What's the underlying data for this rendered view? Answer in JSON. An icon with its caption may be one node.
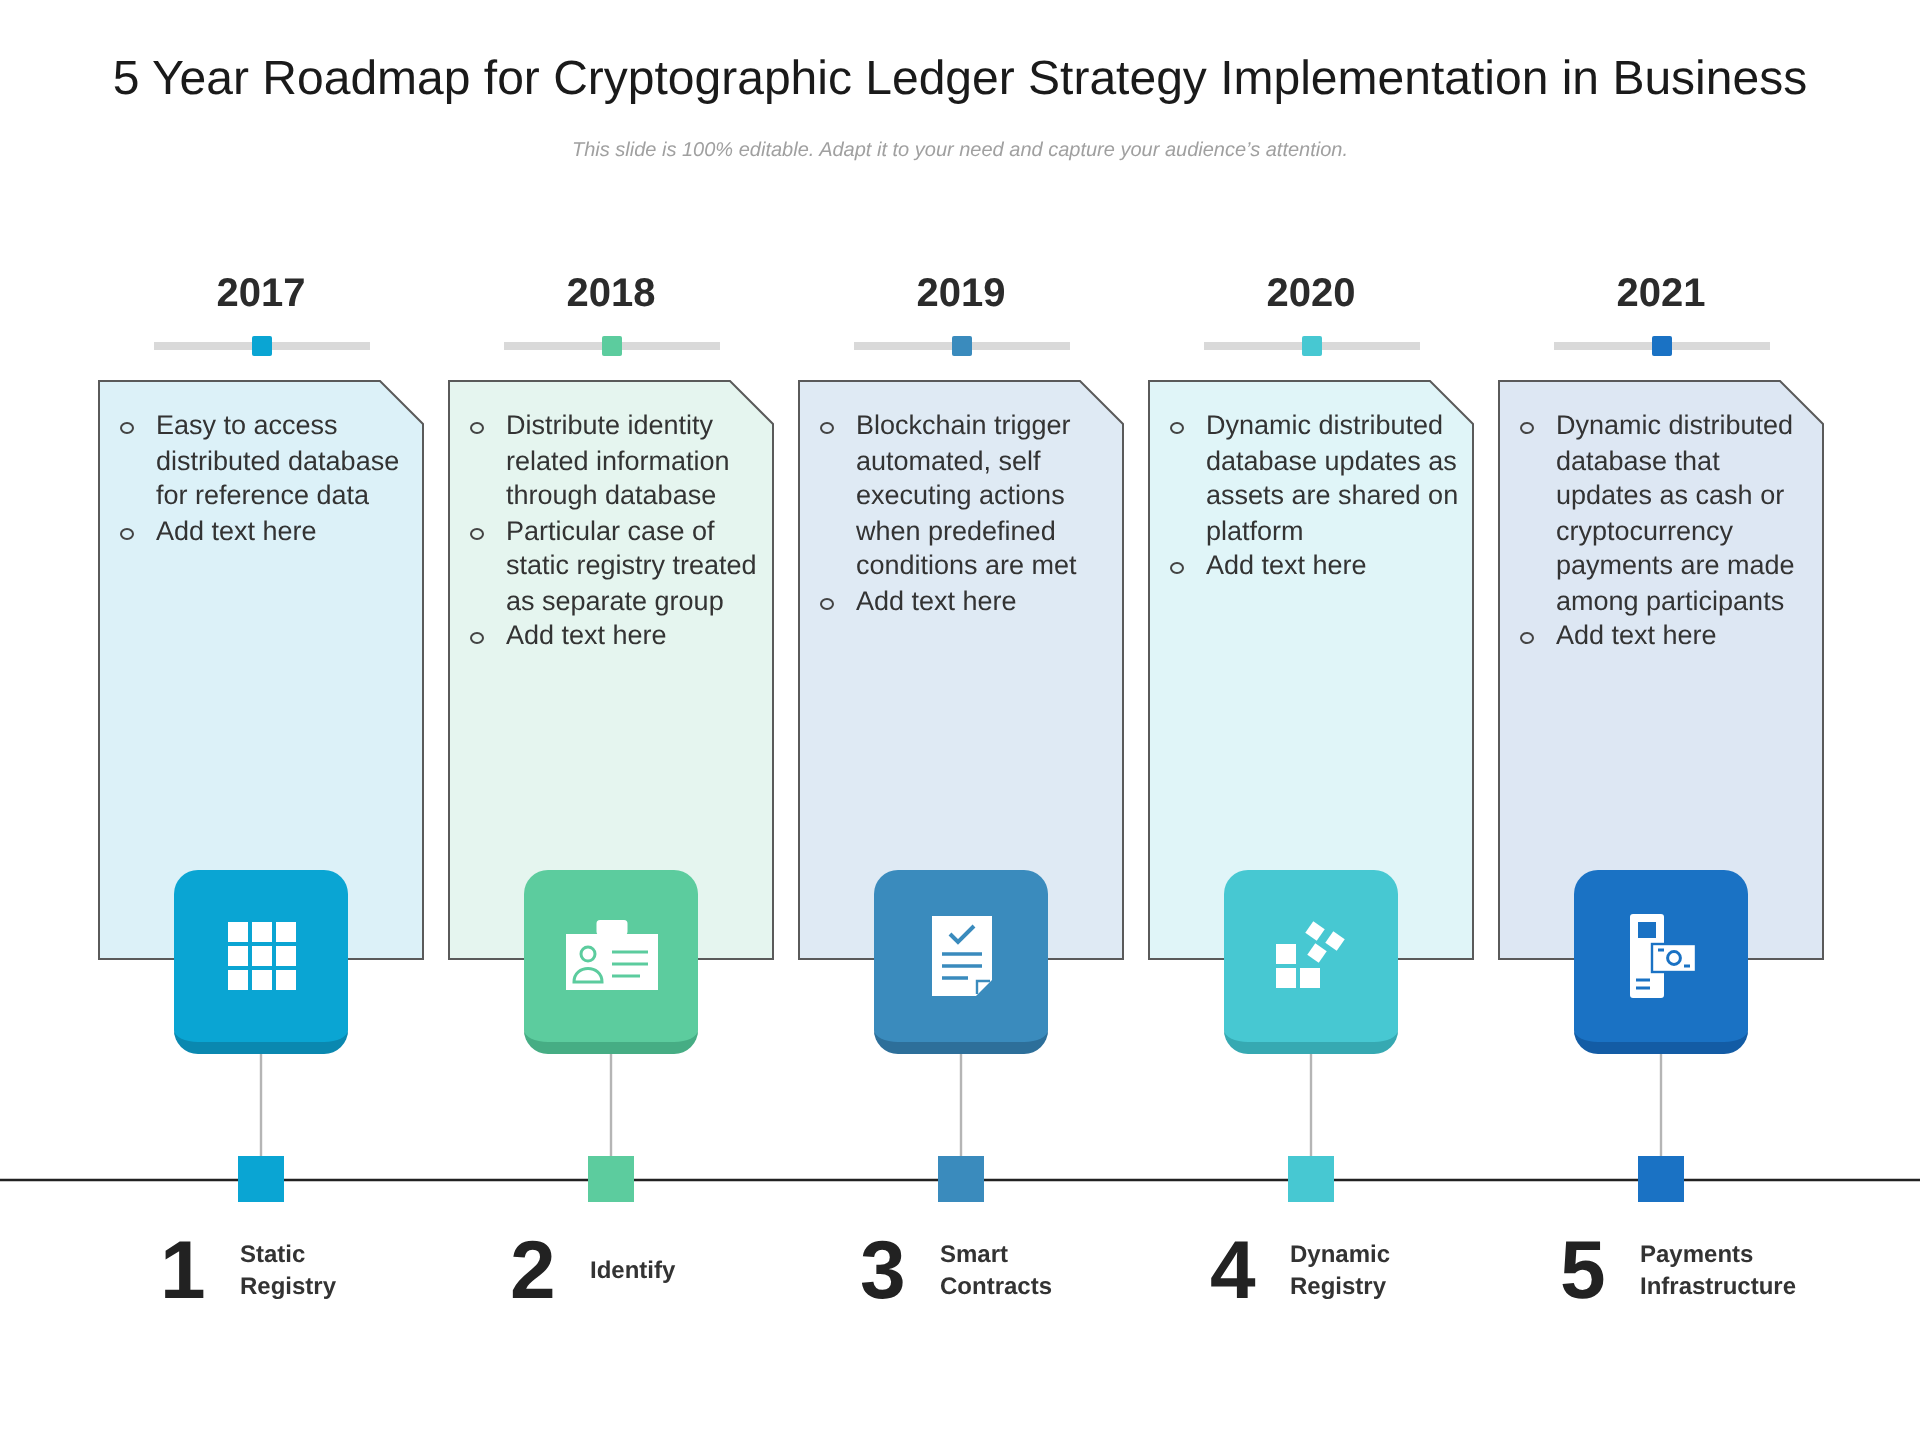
{
  "diagram": {
    "title": "5 Year Roadmap for Cryptographic Ledger Strategy Implementation in Business",
    "caption": "This slide is 100% editable. Adapt it to your need and capture your audience’s attention.",
    "nodes": [
      {
        "text": [
          "Easy to access distributed database for reference data",
          "Add text here"
        ],
        "beside": [
          "2017"
        ]
      },
      {
        "text": [
          "Distribute identity related information through database",
          "Particular case of static registry treated as separate group",
          "Add text here"
        ],
        "beside": [
          "2018"
        ]
      },
      {
        "text": [
          "Blockchain trigger automated, self executing actions when predefined conditions are met",
          "Add text here"
        ],
        "beside": [
          "2019"
        ]
      },
      {
        "text": [
          "Dynamic distributed database updates as assets are shared on platform",
          "Add text here"
        ],
        "beside": [
          "2020"
        ]
      },
      {
        "text": [
          "Dynamic distributed database that updates as cash or cryptocurrency payments are made among participants",
          "Add text here"
        ],
        "beside": [
          "2021"
        ]
      },
      {
        "text": [],
        "shape": "box"
      },
      {
        "text": [],
        "shape": "box"
      },
      {
        "text": [],
        "shape": "box"
      },
      {
        "text": [],
        "shape": "box"
      },
      {
        "text": [],
        "shape": "box"
      },
      {
        "text": [],
        "shape": "box",
        "beside": [
          "1",
          "Static Registry"
        ]
      },
      {
        "text": [],
        "shape": "box",
        "beside": [
          "2",
          "Identify"
        ]
      },
      {
        "text": [],
        "shape": "box",
        "beside": [
          "3",
          "Smart Contracts"
        ]
      },
      {
        "text": [],
        "shape": "box",
        "beside": [
          "4",
          "Dynamic Registry"
        ]
      },
      {
        "text": [],
        "shape": "box",
        "beside": [
          "5",
          "Payments Infrastructure"
        ]
      }
    ],
    "edges": [
      {
        "from": 5,
        "to": 10,
        "arrow": "none"
      },
      {
        "from": 6,
        "to": 11,
        "arrow": "none"
      },
      {
        "from": 7,
        "to": 12,
        "arrow": "none"
      },
      {
        "from": 8,
        "to": 13,
        "arrow": "none"
      },
      {
        "from": 9,
        "to": 14,
        "arrow": "none"
      }
    ]
  }
}
